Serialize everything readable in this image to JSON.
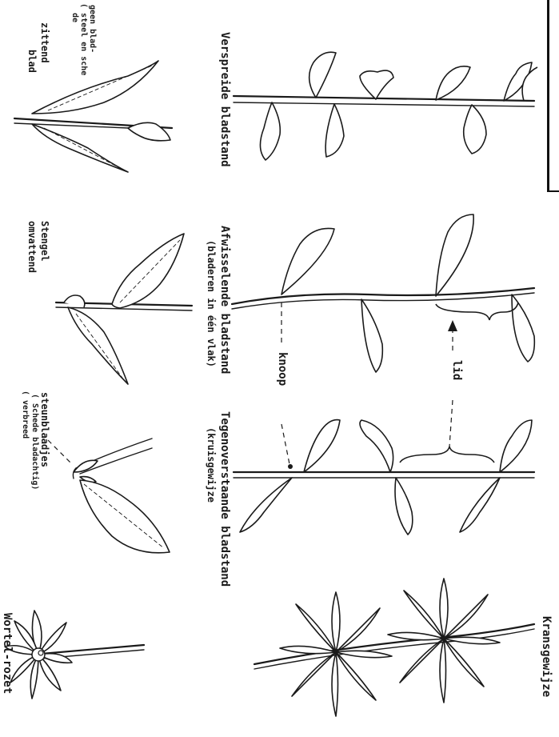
{
  "labels": {
    "verspreide": "Verspreide bladstand",
    "afwisselende": "Afwisselende bladstand",
    "afwisselende_sub": "(bladeren in één vlak)",
    "tegenoverstaande": "Tegenoverstaande bladstand",
    "tegenoverstaande_sub": "(kruisgewijze",
    "kransgewijze": "Kransgewijze",
    "zittend_1": "zittend",
    "zittend_2": "blad",
    "geen_blad_1": "geen blad-",
    "geen_blad_2": "( steel en sche",
    "geen_blad_3": "de",
    "stengel_1": "Stengel",
    "stengel_2": "omvattend",
    "steunblaadjes_1": "steunblaadjes",
    "steunblaadjes_2": "( Schede bladachtig)",
    "steunblaadjes_3": "( verbreed",
    "wortelrozet": "Wortel-rozet",
    "knoop": "knoop",
    "lid": "lid"
  }
}
